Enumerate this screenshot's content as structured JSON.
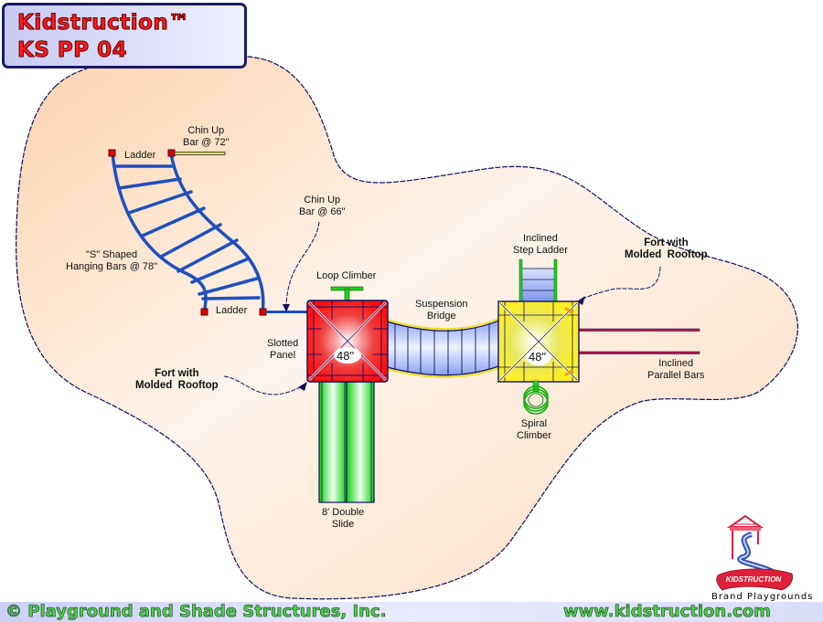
{
  "title": {
    "brand": "Kidstruction™",
    "model": "KS PP 04"
  },
  "labels": {
    "ladder_top": "Ladder",
    "chin_up_72": "Chin Up\nBar @ 72\"",
    "s_bars": "\"S\" Shaped\nHanging Bars @ 78\"",
    "ladder_bottom": "Ladder",
    "chin_up_66": "Chin Up\nBar @ 66\"",
    "loop_climber": "Loop Climber",
    "slotted_panel": "Slotted\nPanel",
    "fort_left": "Fort with\nMolded  Rooftop",
    "suspension_bridge": "Suspension\nBridge",
    "step_ladder": "Inclined\nStep Ladder",
    "fort_right": "Fort with\nMolded  Rooftop",
    "parallel_bars": "Inclined\nParallel Bars",
    "spiral_climber": "Spiral\nClimber",
    "double_slide": "8' Double\nSlide",
    "deck_left_height": "48\"",
    "deck_right_height": "48\""
  },
  "colors": {
    "area_fill": "#fde3c8",
    "outline": "#101060",
    "left_deck": "#ff2020",
    "right_deck": "#f4ef2a",
    "slide": "#16e016",
    "bridge": "#a8b8f8",
    "bars": "#2b5fd0",
    "parallel_bars": "#c01040"
  },
  "logo": {
    "badge_text": "KIDSTRUCTION",
    "subtitle": "Brand Playgrounds"
  },
  "footer": {
    "copyright": "© Playground and Shade Structures, Inc.",
    "website": "www.kidstruction.com"
  }
}
